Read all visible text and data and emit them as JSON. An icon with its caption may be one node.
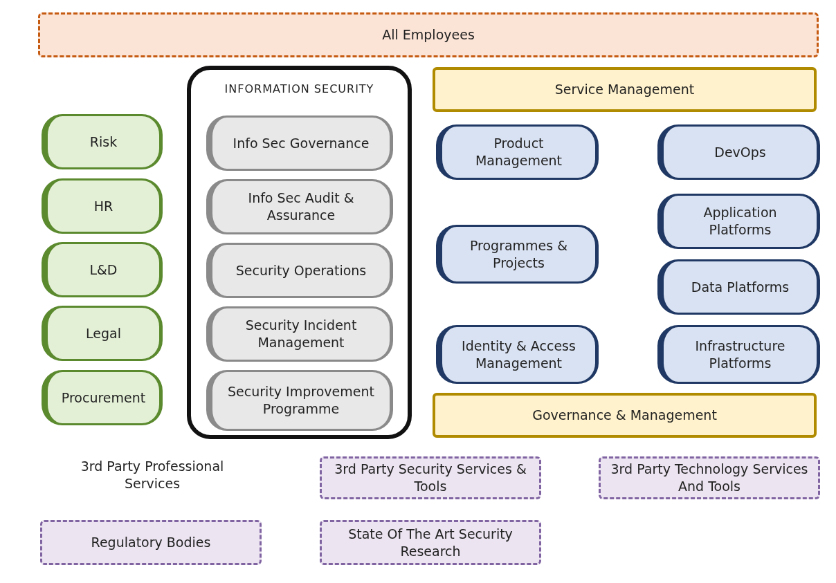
{
  "diagram": {
    "nodes": [
      {
        "text": [
          "All Employees"
        ]
      },
      {
        "text": [
          "Risk"
        ]
      },
      {
        "text": [
          "HR"
        ]
      },
      {
        "text": [
          "L&D"
        ]
      },
      {
        "text": [
          "Legal"
        ]
      },
      {
        "text": [
          "Procurement"
        ]
      },
      {
        "text": [
          "INFORMATION SECURITY"
        ]
      },
      {
        "text": [
          "Info Sec Governance"
        ],
        "in": 6
      },
      {
        "text": [
          "Info Sec Audit & Assurance"
        ],
        "in": 6
      },
      {
        "text": [
          "Security Operations"
        ],
        "in": 6
      },
      {
        "text": [
          "Security Incident Management"
        ],
        "in": 6
      },
      {
        "text": [
          "Security Improvement Programme"
        ],
        "in": 6
      },
      {
        "text": [
          "Service Management"
        ]
      },
      {
        "text": [
          "Product Management"
        ]
      },
      {
        "text": [
          "DevOps"
        ]
      },
      {
        "text": [
          "Application Platforms"
        ]
      },
      {
        "text": [
          "Programmes & Projects"
        ]
      },
      {
        "text": [
          "Data Platforms"
        ]
      },
      {
        "text": [
          "Identity & Access Management"
        ]
      },
      {
        "text": [
          "Infrastructure Platforms"
        ]
      },
      {
        "text": [
          "Governance & Management"
        ]
      },
      {
        "text": [
          "3rd Party Security Services & Tools"
        ]
      },
      {
        "text": [
          "3rd Party Technology Services And Tools"
        ]
      },
      {
        "text": [
          "Regulatory Bodies"
        ]
      },
      {
        "text": [
          "State Of The Art Security Research"
        ]
      }
    ],
    "labels": [
      "3rd Party Professional Services"
    ]
  }
}
